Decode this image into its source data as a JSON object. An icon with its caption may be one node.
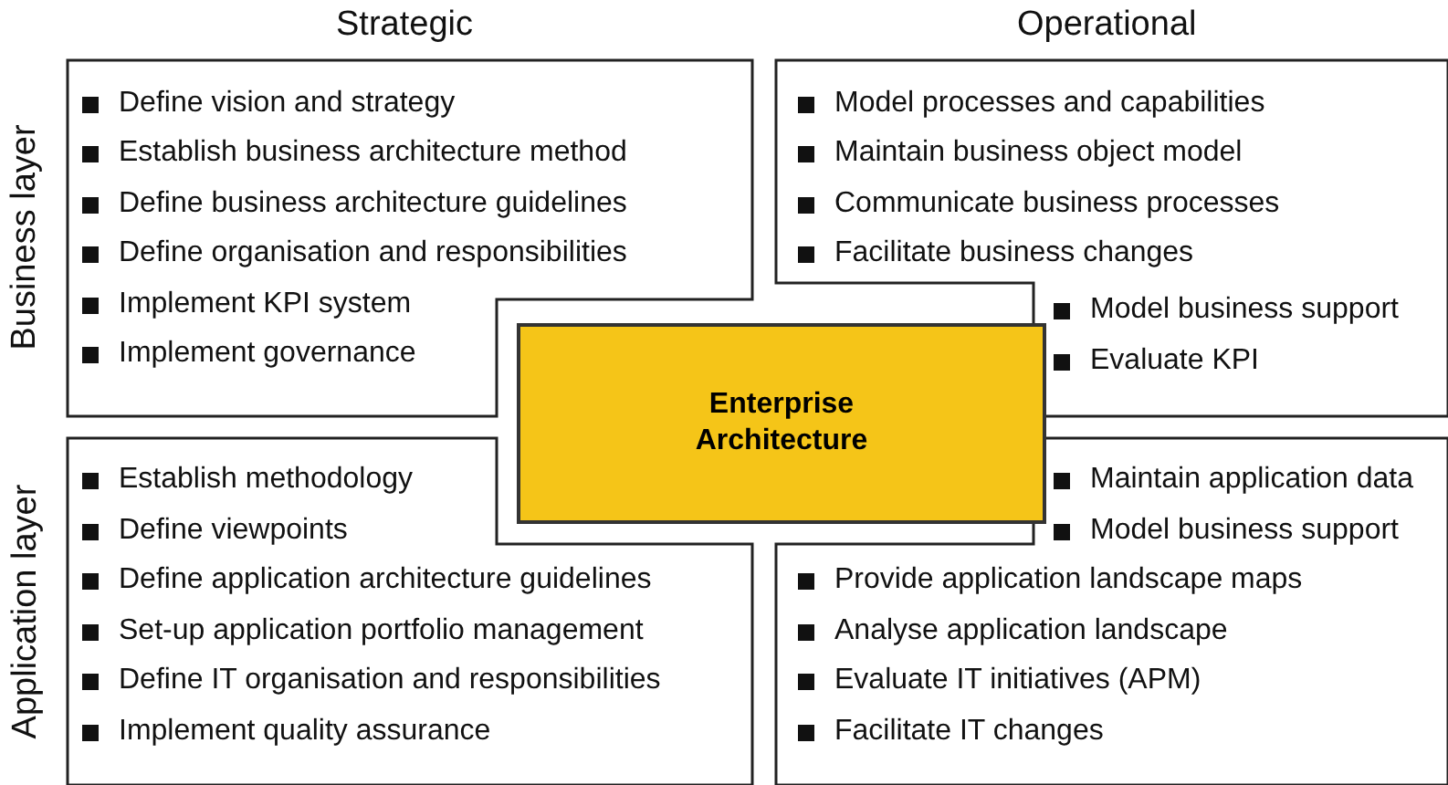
{
  "diagram": {
    "nodes": [
      {
        "text": [
          "Define vision and strategy",
          "Establish business architecture method",
          "Define business architecture guidelines",
          "Define organisation and responsibilities",
          "Implement KPI system",
          "Implement governance"
        ]
      },
      {
        "text": [
          "Model processes and capabilities",
          "Maintain business object model",
          "Communicate business processes",
          "Facilitate business changes",
          "Model business support",
          "Evaluate KPI"
        ]
      },
      {
        "text": [
          "Establish methodology",
          "Define viewpoints",
          "Define application architecture guidelines",
          "Set-up application portfolio management",
          "Define IT organisation and responsibilities",
          "Implement quality assurance"
        ]
      },
      {
        "text": [
          "Maintain application data",
          "Model business support",
          "Provide application landscape maps",
          "Analyse application landscape",
          "Evaluate IT initiatives (APM)",
          "Facilitate IT changes"
        ]
      },
      {
        "text": [
          "Enterprise Architecture"
        ]
      }
    ],
    "edges": [],
    "labels": [
      "Strategic",
      "Operational",
      "Business layer",
      "Application layer"
    ]
  }
}
